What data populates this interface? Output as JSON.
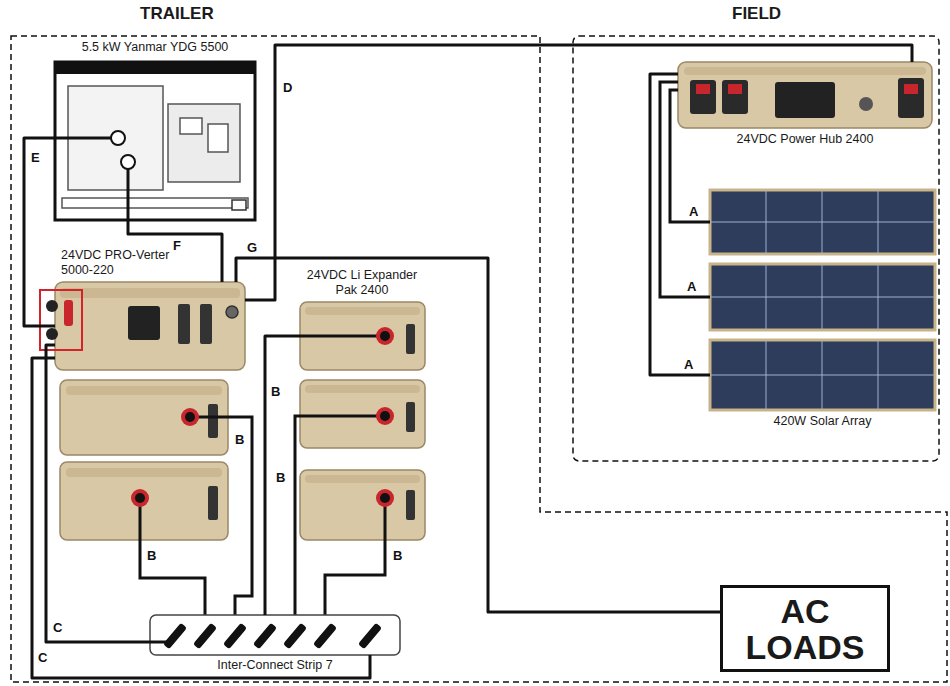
{
  "diagram": {
    "nodes": [
      {
        "text": [
          "TRAILER"
        ]
      },
      {
        "text": [
          "5.5 kW Yanmar YDG 5500"
        ],
        "in": 0
      },
      {
        "text": [
          "24VDC PRO-Verter 5000-220"
        ],
        "in": 0
      },
      {
        "text": [
          "24VDC Li Expander Pak 2400"
        ],
        "in": 0
      },
      {
        "text": [
          "Inter-Connect Strip 7"
        ],
        "in": 0
      },
      {
        "text": [
          "AC LOADS"
        ],
        "in": 0
      },
      {
        "text": [
          "FIELD"
        ]
      },
      {
        "text": [
          "24VDC Power Hub 2400"
        ],
        "in": 6
      },
      {
        "text": [
          "420W Solar Array"
        ],
        "in": 6
      }
    ],
    "edges": [
      {
        "from": 1,
        "to": 2,
        "arrow": "none",
        "label": "E"
      },
      {
        "from": 1,
        "to": 2,
        "arrow": "none",
        "label": "F"
      },
      {
        "from": 2,
        "to": 7,
        "arrow": "none",
        "label": "D"
      },
      {
        "from": 2,
        "to": 5,
        "arrow": "none",
        "label": "G"
      },
      {
        "from": 2,
        "to": 4,
        "arrow": "none",
        "label": "C"
      },
      {
        "from": 2,
        "to": 4,
        "arrow": "none",
        "label": "C"
      },
      {
        "from": 3,
        "to": 4,
        "arrow": "none",
        "label": "B"
      },
      {
        "from": 8,
        "to": 7,
        "arrow": "none",
        "label": "A"
      }
    ],
    "labels": [
      "B",
      "B",
      "B",
      "B",
      "A",
      "A"
    ]
  }
}
